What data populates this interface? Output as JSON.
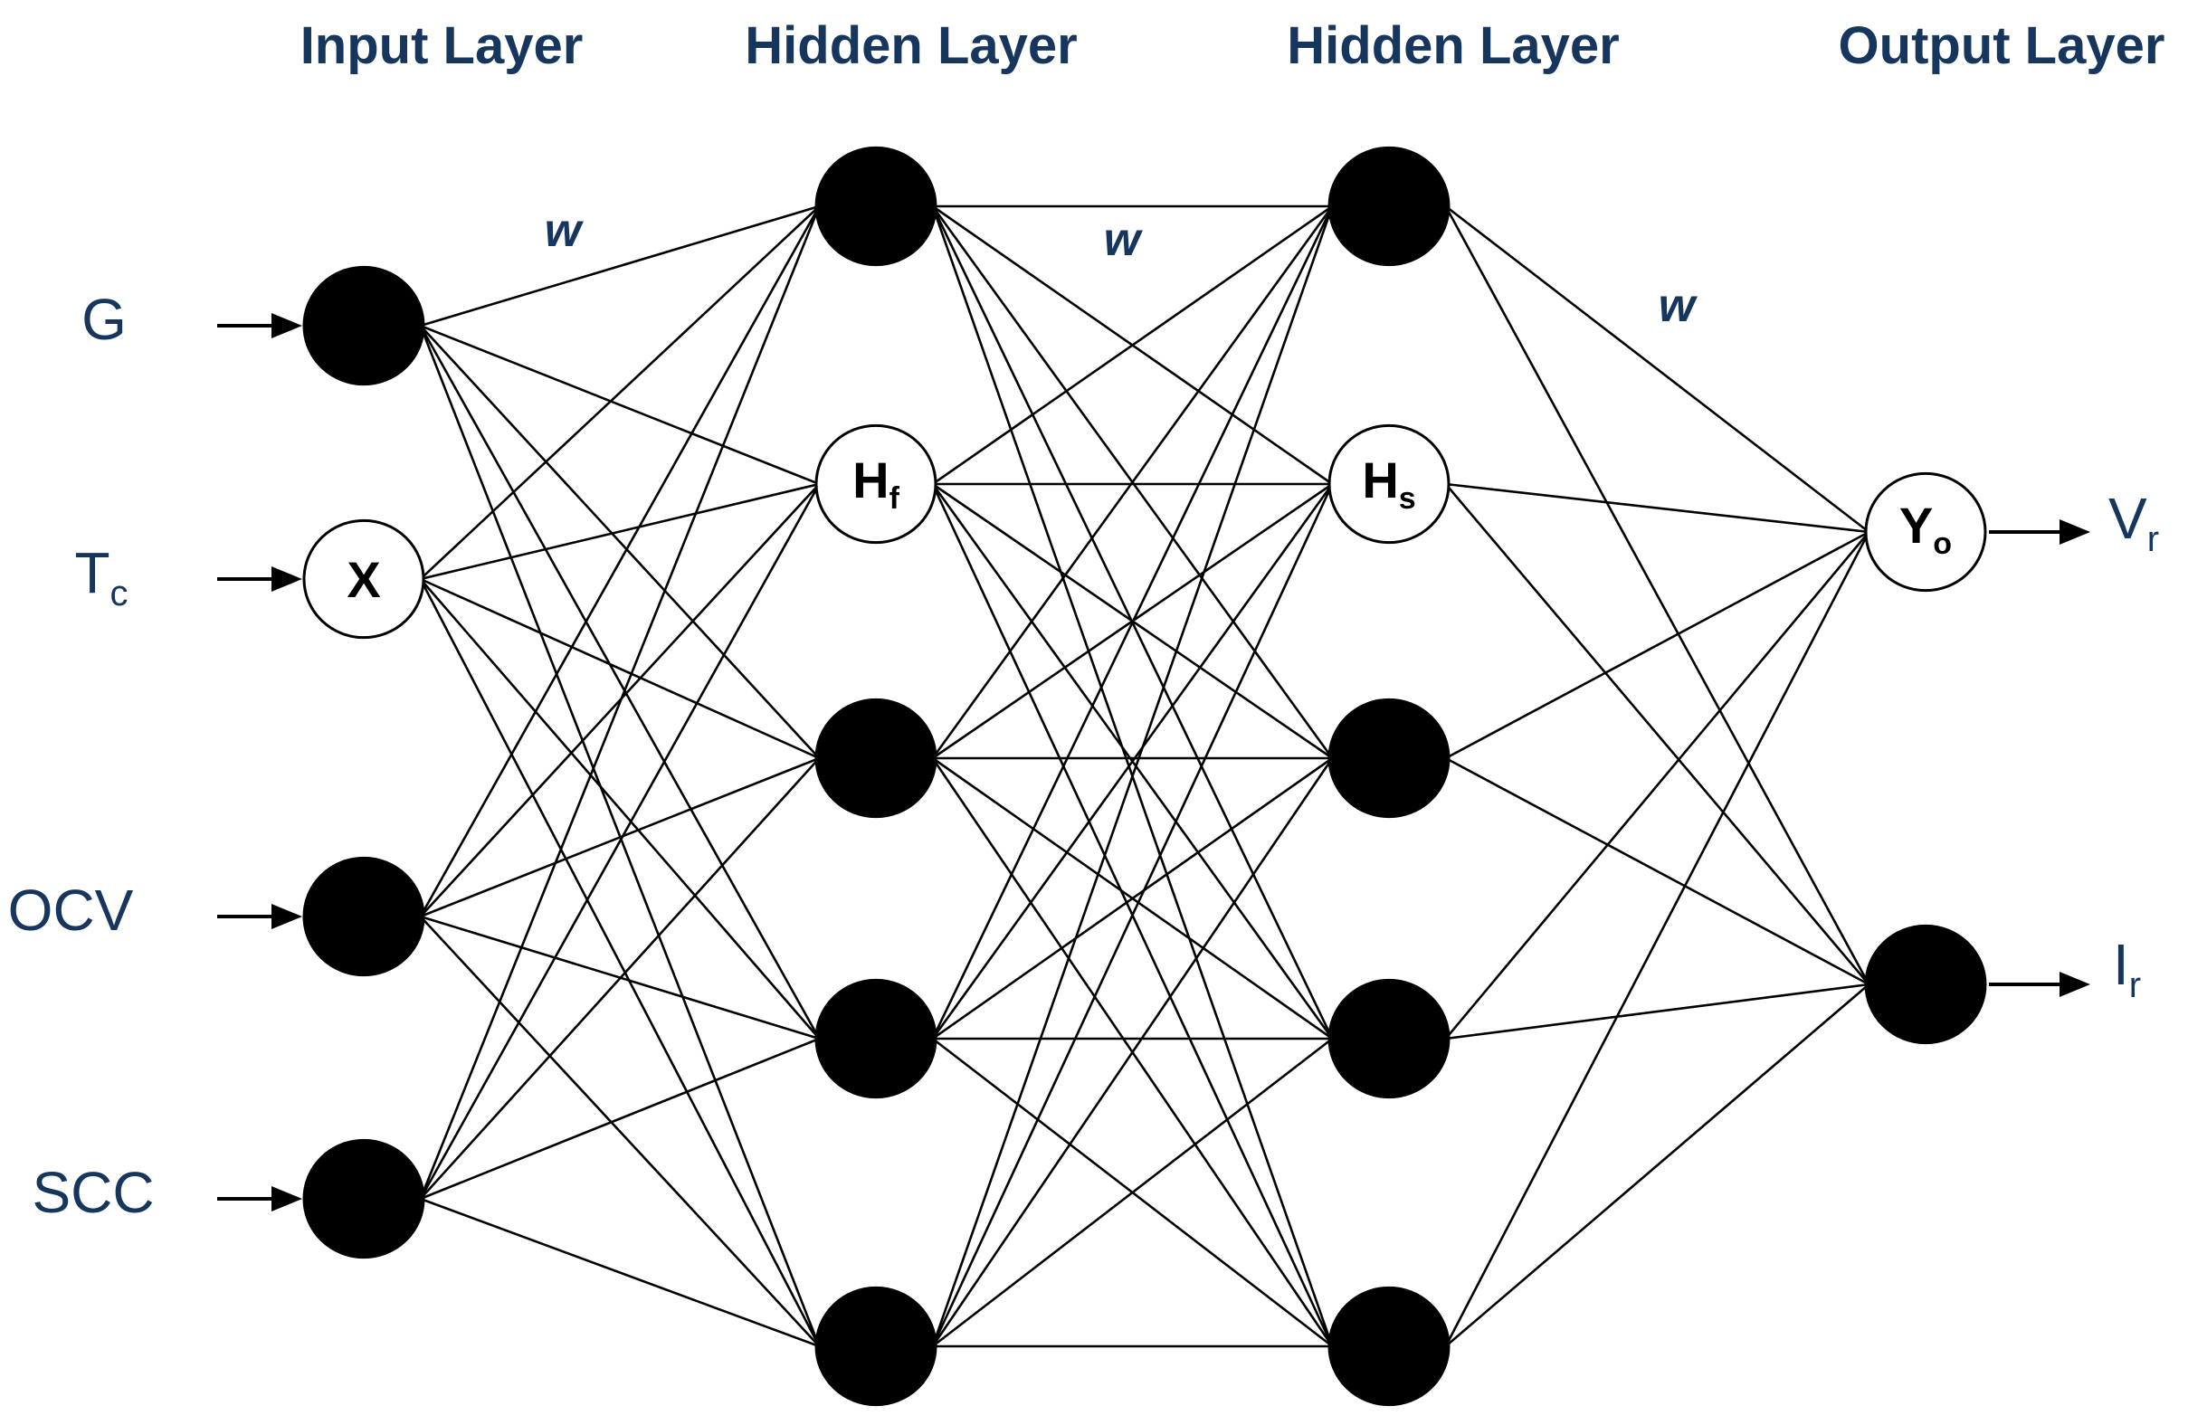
{
  "layers": [
    {
      "title": "Input Layer"
    },
    {
      "title": "Hidden Layer"
    },
    {
      "title": "Hidden Layer"
    },
    {
      "title": "Output Layer"
    }
  ],
  "inputs": [
    {
      "main": "G",
      "sub": ""
    },
    {
      "main": "T",
      "sub": "c"
    },
    {
      "main": "OCV",
      "sub": ""
    },
    {
      "main": "SCC",
      "sub": ""
    }
  ],
  "outputs": [
    {
      "main": "V",
      "sub": "r"
    },
    {
      "main": "I",
      "sub": "r"
    }
  ],
  "node_labels": {
    "input_x": {
      "main": "X",
      "sub": ""
    },
    "hidden1": {
      "main": "H",
      "sub": "f"
    },
    "hidden2": {
      "main": "H",
      "sub": "s"
    },
    "output_y": {
      "main": "Y",
      "sub": "o"
    }
  },
  "weight_label": "w",
  "network": {
    "input_count": 4,
    "hidden1_count": 5,
    "hidden2_count": 5,
    "output_count": 2,
    "open_nodes": [
      "input-1",
      "hidden1-1",
      "hidden2-1",
      "output-0"
    ]
  },
  "colors": {
    "text": "#17365d",
    "node_fill": "#000000",
    "open_node_fill": "#ffffff",
    "edge": "#000000"
  }
}
